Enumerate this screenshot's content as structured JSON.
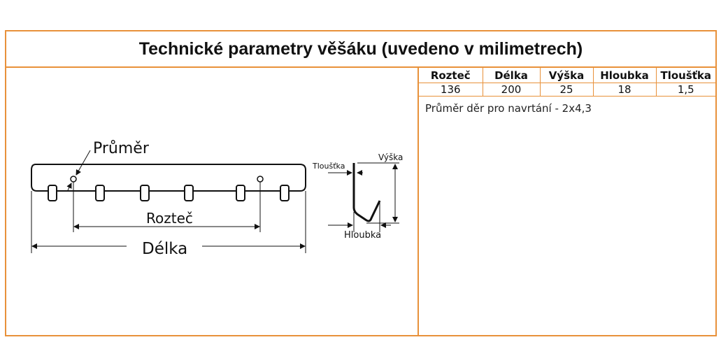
{
  "title": "Technické parametry věšáku (uvedeno v milimetrech)",
  "table": {
    "headers": [
      "Rozteč",
      "Délka",
      "Výška",
      "Hloubka",
      "Tloušťka"
    ],
    "values": [
      "136",
      "200",
      "25",
      "18",
      "1,5"
    ]
  },
  "note": "Průměr děr pro navrtání - 2x4,3",
  "drawing": {
    "diameter_label": "Průměr",
    "pitch_label": "Rozteč",
    "length_label": "Délka",
    "thickness_label": "Tloušťka",
    "height_label": "Výška",
    "depth_label": "Hloubka"
  }
}
